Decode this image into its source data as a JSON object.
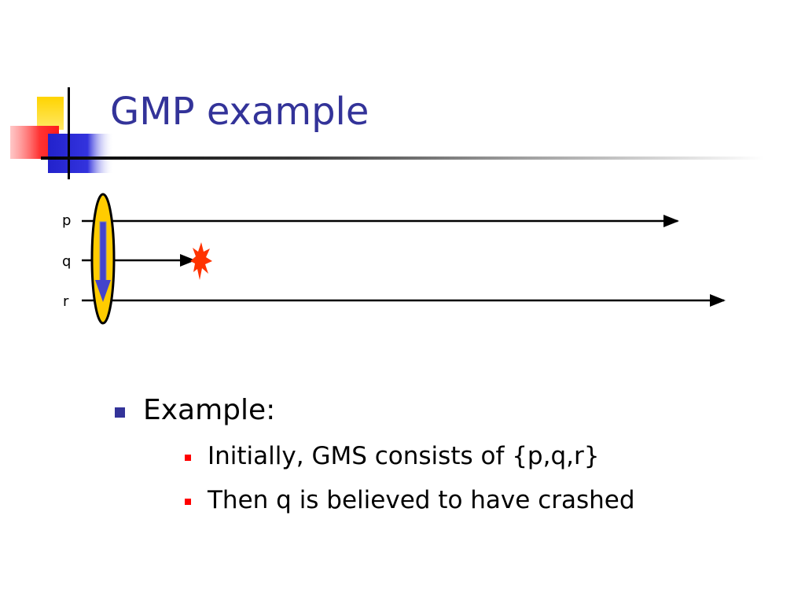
{
  "slide": {
    "title": "GMP example"
  },
  "diagram": {
    "processes": [
      {
        "id": "p",
        "label": "p"
      },
      {
        "id": "q",
        "label": "q"
      },
      {
        "id": "r",
        "label": "r"
      }
    ],
    "crashed_process": "q",
    "colors": {
      "ellipse_fill": "#ffcc00",
      "arrow_fill": "#4444cc",
      "crash_burst": "#ff3300",
      "line": "#000000"
    }
  },
  "bullets": {
    "main": "Example:",
    "sub": [
      "Initially, GMS consists of {p,q,r}",
      "Then q is believed to have crashed"
    ]
  },
  "colors": {
    "title": "#333399",
    "bullet_l1": "#333399",
    "bullet_l2": "#ff0000"
  }
}
